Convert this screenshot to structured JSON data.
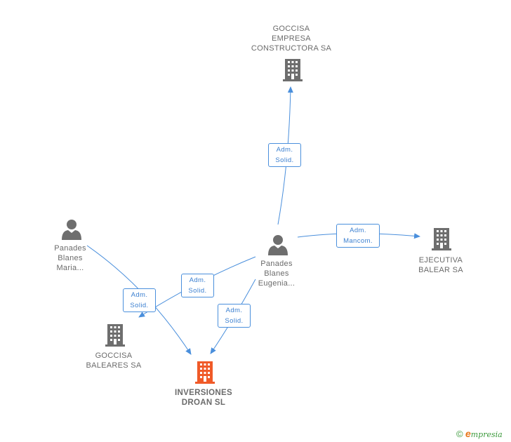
{
  "nodes": {
    "goccisa_constructora": {
      "lines": [
        "GOCCISA",
        "EMPRESA",
        "CONSTRUCTORA SA"
      ],
      "type": "company"
    },
    "ejecutiva_balear": {
      "lines": [
        "EJECUTIVA",
        "BALEAR SA"
      ],
      "type": "company"
    },
    "goccisa_baleares": {
      "lines": [
        "GOCCISA",
        "BALEARES SA"
      ],
      "type": "company"
    },
    "inversiones_droan": {
      "lines": [
        "INVERSIONES",
        "DROAN SL"
      ],
      "type": "company-focus"
    },
    "panades_maria": {
      "lines": [
        "Panades",
        "Blanes",
        "Maria..."
      ],
      "type": "person"
    },
    "panades_eugenia": {
      "lines": [
        "Panades",
        "Blanes",
        "Eugenia..."
      ],
      "type": "person"
    }
  },
  "edges": [
    {
      "from": "panades_eugenia",
      "to": "goccisa_constructora",
      "label": [
        "Adm.",
        "Solid."
      ]
    },
    {
      "from": "panades_eugenia",
      "to": "ejecutiva_balear",
      "label": [
        "Adm.",
        "Mancom."
      ]
    },
    {
      "from": "panades_eugenia",
      "to": "goccisa_baleares",
      "label": [
        "Adm.",
        "Solid."
      ]
    },
    {
      "from": "panades_eugenia",
      "to": "inversiones_droan",
      "label": [
        "Adm.",
        "Solid."
      ]
    },
    {
      "from": "panades_maria",
      "to": "inversiones_droan",
      "label": [
        "Adm.",
        "Solid."
      ]
    }
  ],
  "colors": {
    "edge": "#4a8fdc",
    "company": "#6e6e6e",
    "focus": "#f05a28",
    "person": "#6e6e6e"
  },
  "brand": {
    "copyright": "©",
    "e": "e",
    "rest": "mpresia"
  }
}
